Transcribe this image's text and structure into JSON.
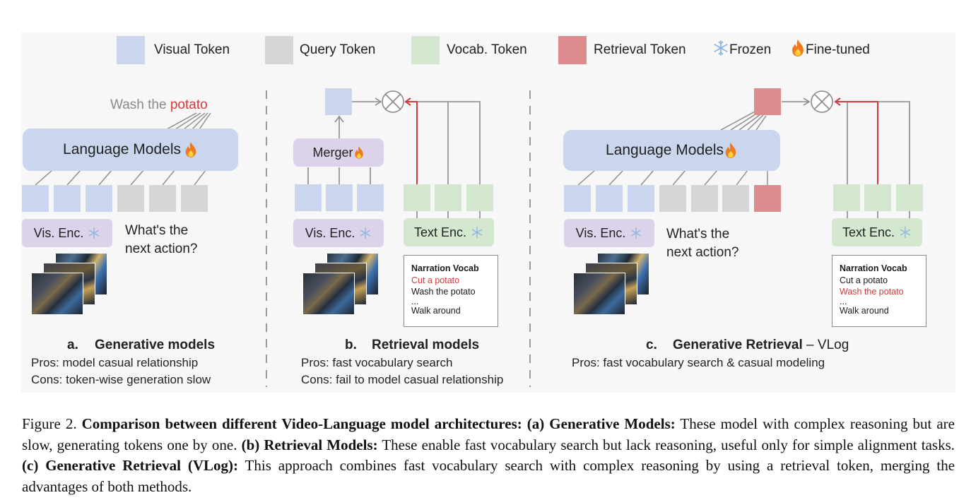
{
  "legend": {
    "visual_token": "Visual Token",
    "query_token": "Query Token",
    "vocab_token": "Vocab. Token",
    "retrieval_token": "Retrieval Token",
    "frozen": "Frozen",
    "fine_tuned": "Fine-tuned"
  },
  "colors": {
    "visual": "#c9d6ee",
    "query": "#d6d6d6",
    "vocab": "#d3e8cf",
    "retrieval": "#dc8c8c",
    "highlight": "#d23b3b"
  },
  "panel_a": {
    "output_prefix": "Wash the ",
    "output_highlight": "potato",
    "lm_label": "Language Models",
    "encoder": "Vis. Enc.",
    "question_line1": "What's the",
    "question_line2": "next action?",
    "caption_letter": "a.",
    "caption_title": "Generative models",
    "pros": "Pros: model casual relationship",
    "cons": "Cons: token-wise generation slow"
  },
  "panel_b": {
    "merger": "Merger",
    "vis_encoder": "Vis. Enc.",
    "text_encoder": "Text Enc.",
    "vocab_title": "Narration Vocab",
    "vocab_items": [
      "Cut a potato",
      "Wash the potato",
      "...",
      "Walk around"
    ],
    "caption_letter": "b.",
    "caption_title": "Retrieval models",
    "pros": "Pros: fast vocabulary search",
    "cons": "Cons: fail to model casual relationship"
  },
  "panel_c": {
    "lm_label": "Language Models",
    "vis_encoder": "Vis. Enc.",
    "text_encoder": "Text Enc.",
    "question_line1": "What's the",
    "question_line2": "next action?",
    "vocab_title": "Narration Vocab",
    "vocab_items": [
      "Cut a potato",
      "Wash the potato",
      "...",
      "Walk around"
    ],
    "caption_letter": "c.",
    "caption_title": "Generative Retrieval",
    "caption_suffix": " – VLog",
    "pros": "Pros: fast vocabulary search & casual modeling"
  },
  "caption": {
    "fig": "Figure 2.",
    "title": "Comparison between different Video-Language model architectures:",
    "a_label": "(a) Generative Models:",
    "a_text": "These model with complex reasoning but are slow, generating tokens one by one.",
    "b_label": "(b) Retrieval Models:",
    "b_text": "These enable fast vocabulary search but lack reasoning, useful only for simple alignment tasks.",
    "c_label": "(c) Generative Retrieval (VLog):",
    "c_text": "This approach combines fast vocabulary search with complex reasoning by using a retrieval token, merging the advantages of both methods."
  }
}
